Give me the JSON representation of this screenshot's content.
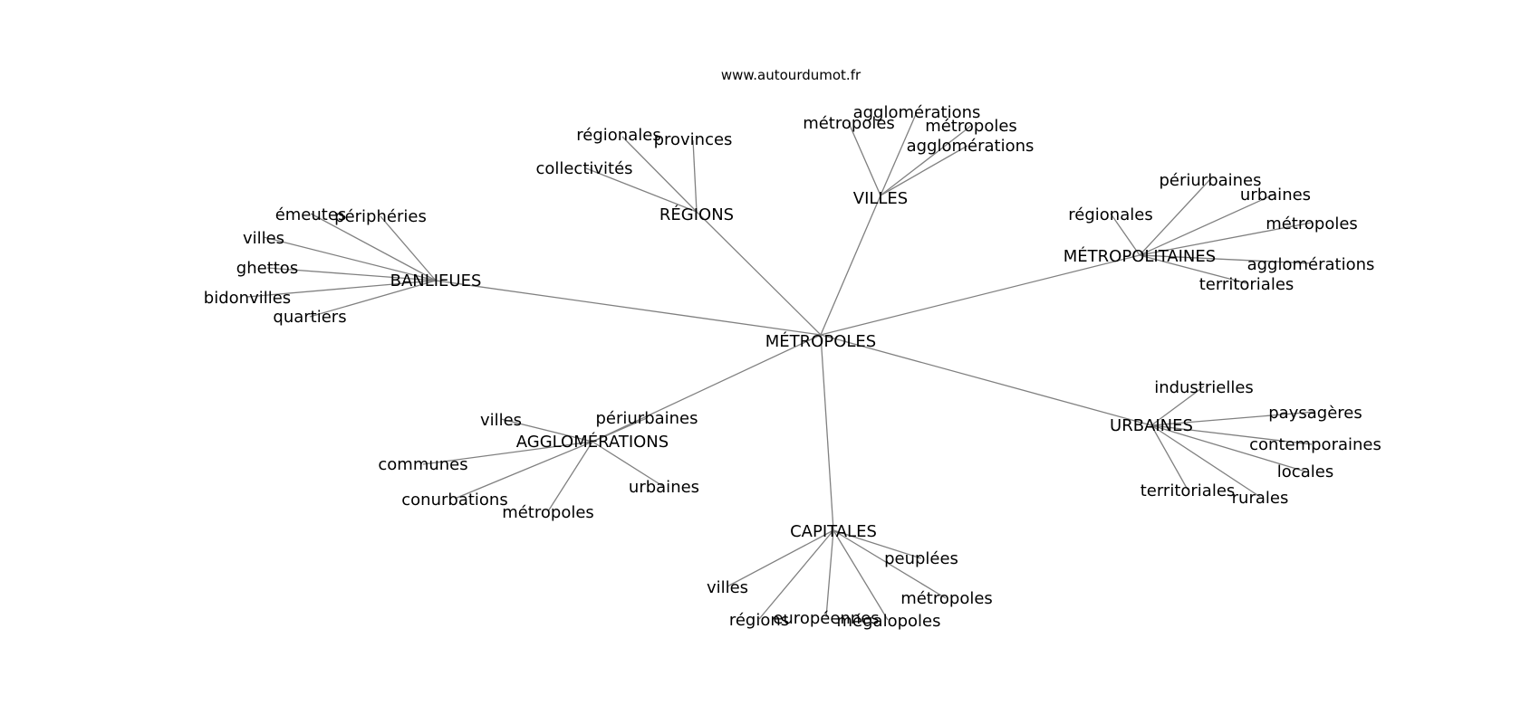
{
  "source_label": "www.autourdumot.fr",
  "root": {
    "id": "metropoles",
    "label": "MÉTROPOLES"
  },
  "hubs": [
    {
      "id": "regions",
      "label": "RÉGIONS",
      "leaves": [
        "régionales",
        "provinces",
        "collectivités"
      ]
    },
    {
      "id": "villes",
      "label": "VILLES",
      "leaves": [
        "agglomérations",
        "métropoles",
        "métropoles",
        "agglomérations"
      ]
    },
    {
      "id": "banlieues",
      "label": "BANLIEUES",
      "leaves": [
        "émeutes",
        "périphéries",
        "villes",
        "ghettos",
        "bidonvilles",
        "quartiers"
      ]
    },
    {
      "id": "metropolitaines",
      "label": "MÉTROPOLITAINES",
      "leaves": [
        "périurbaines",
        "urbaines",
        "régionales",
        "métropoles",
        "agglomérations",
        "territoriales"
      ]
    },
    {
      "id": "agglomerations",
      "label": "AGGLOMÉRATIONS",
      "leaves": [
        "villes",
        "périurbaines",
        "communes",
        "conurbations",
        "métropoles",
        "urbaines"
      ]
    },
    {
      "id": "urbaines",
      "label": "URBAINES",
      "leaves": [
        "industrielles",
        "paysagères",
        "contemporaines",
        "locales",
        "territoriales",
        "rurales"
      ]
    },
    {
      "id": "capitales",
      "label": "CAPITALES",
      "leaves": [
        "peuplées",
        "villes",
        "métropoles",
        "régions",
        "européennes",
        "mégalopoles"
      ]
    }
  ]
}
